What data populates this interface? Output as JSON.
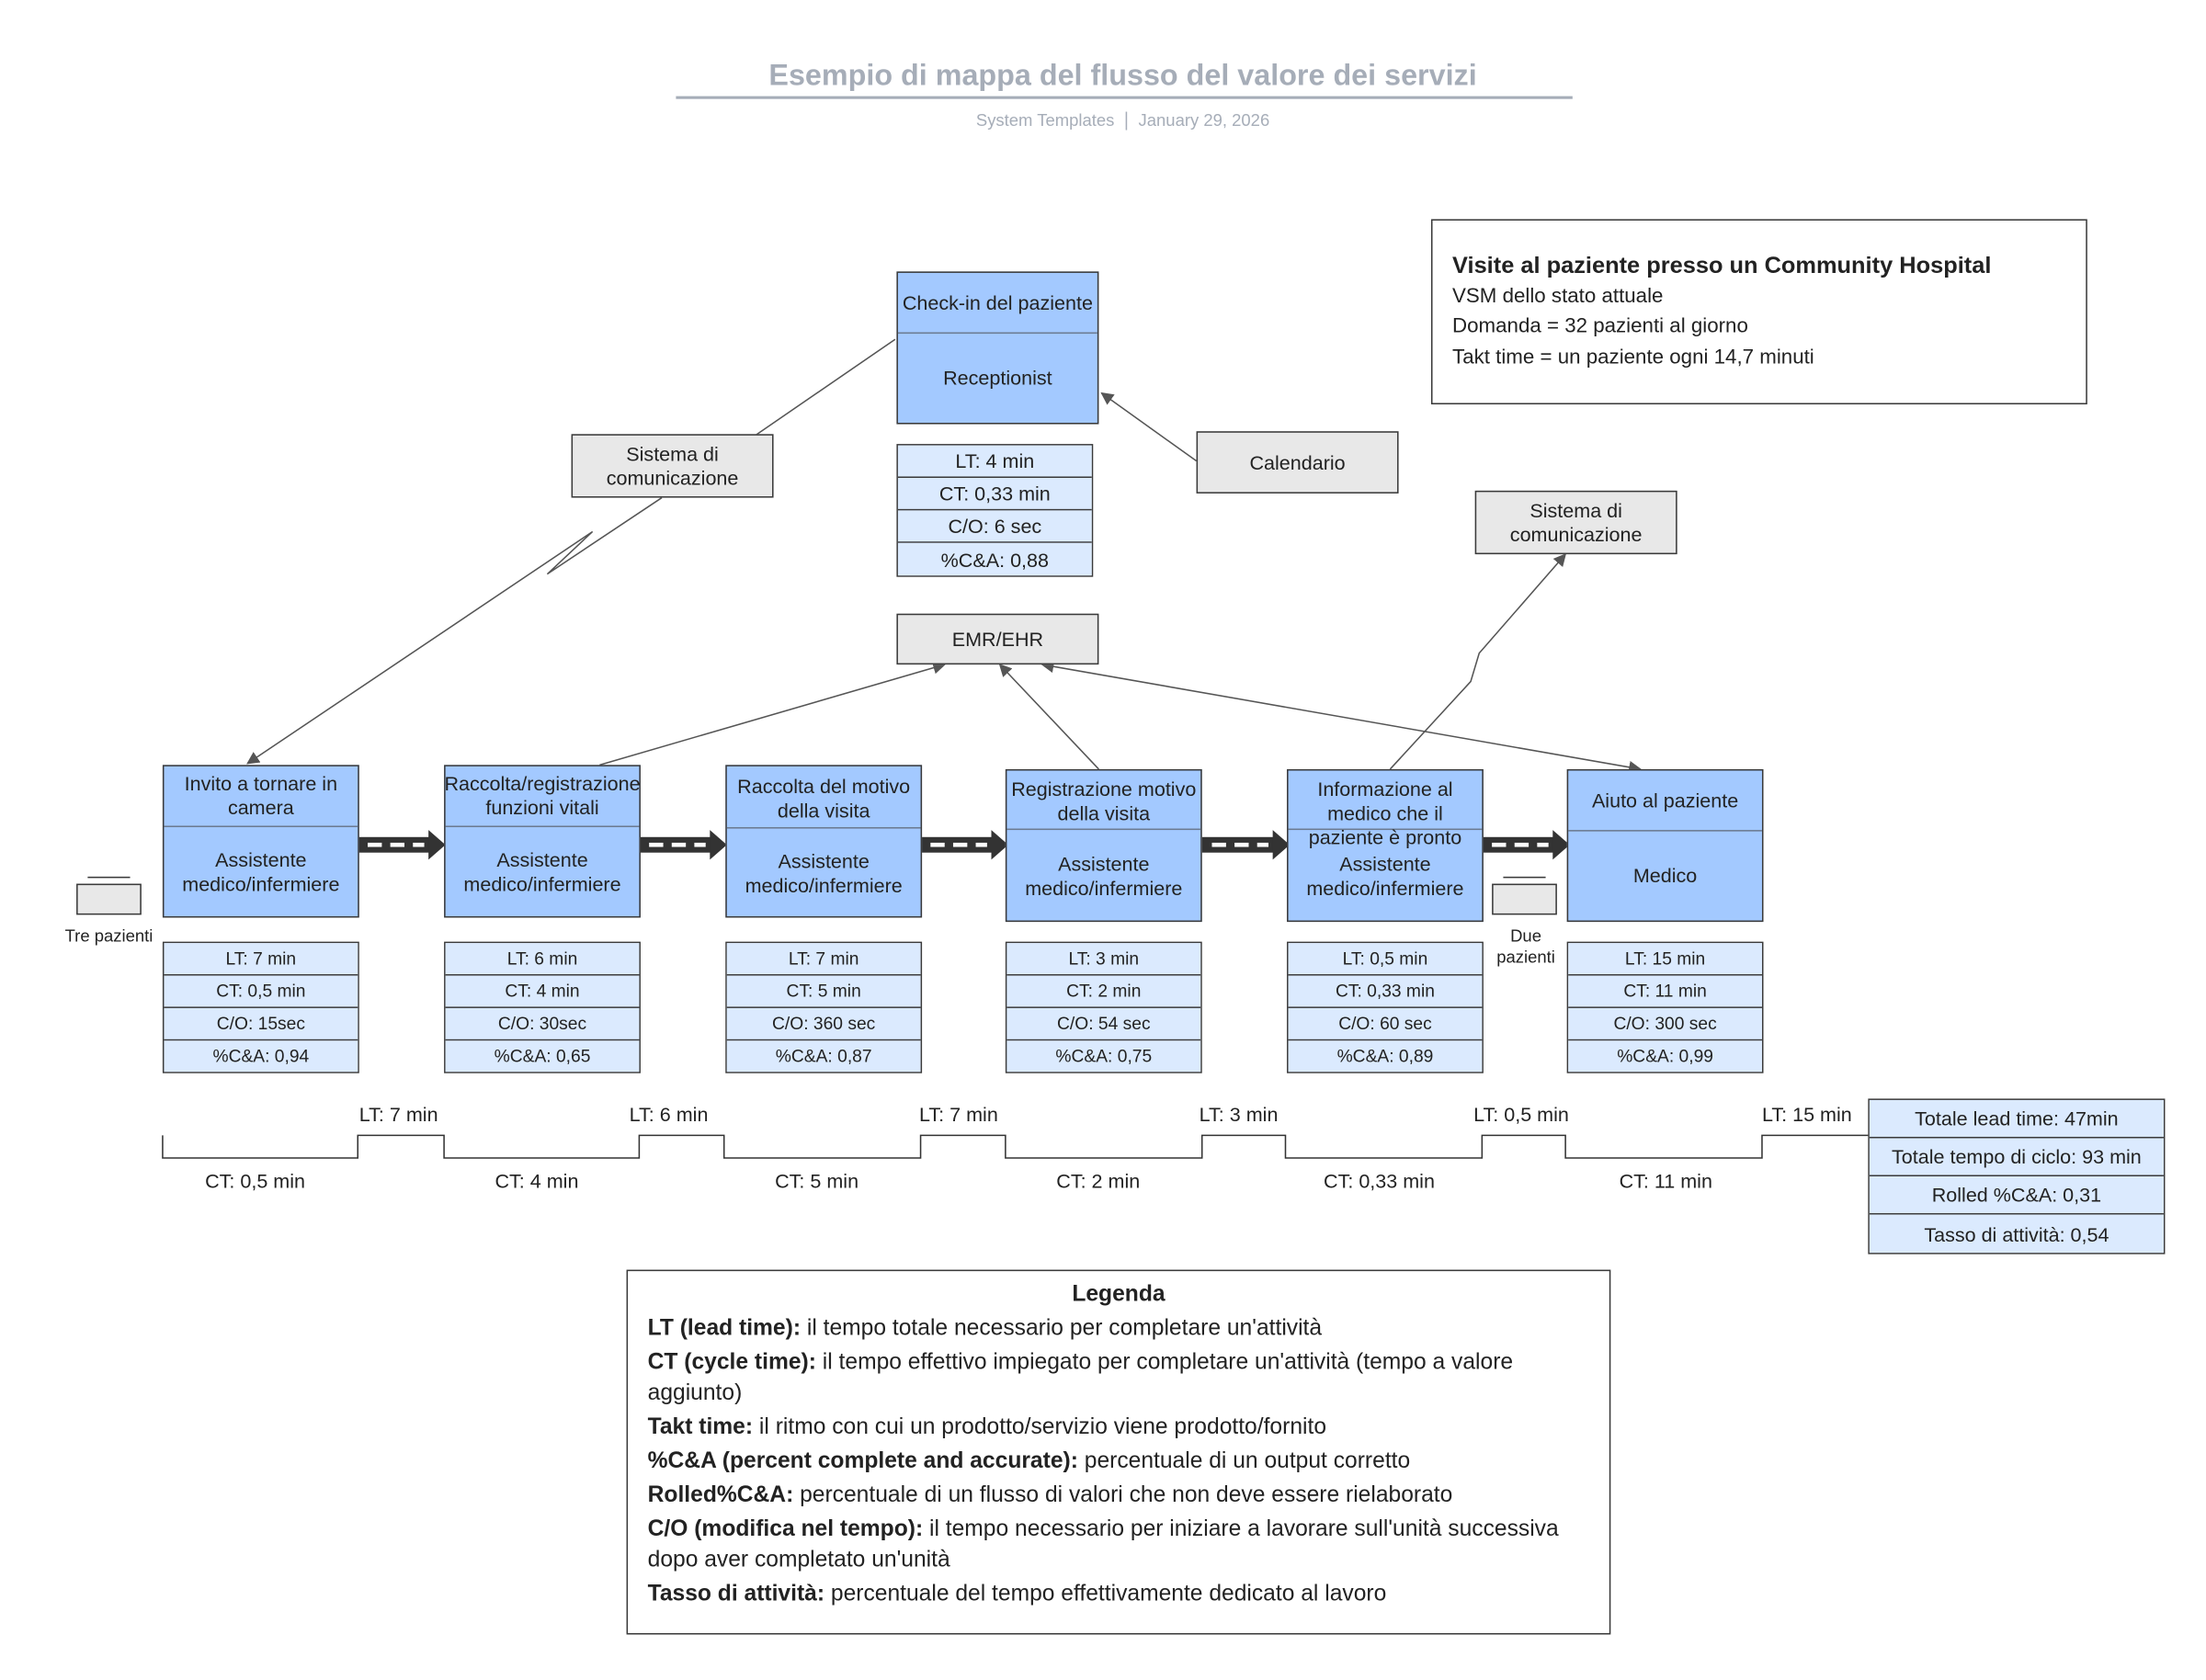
{
  "header": {
    "title": "Esempio di mappa del flusso del valore dei servizi",
    "source": "System Templates",
    "date": "January 29, 2026"
  },
  "info": {
    "title": "Visite al paziente presso un Community Hospital",
    "line1": "VSM dello stato attuale",
    "line2": "Domanda = 32 pazienti al giorno",
    "line3": "Takt time = un paziente ogni 14,7 minuti"
  },
  "checkin": {
    "title": "Check-in del paziente",
    "role": "Receptionist",
    "lt": "LT: 4 min",
    "ct": "CT: 0,33 min",
    "co": "C/O: 6 sec",
    "ca": "%C&A: 0,88"
  },
  "systems": {
    "comm_left": "Sistema di comunicazione",
    "calendar": "Calendario",
    "comm_right": "Sistema di comunicazione",
    "emr": "EMR/EHR"
  },
  "processes": [
    {
      "title": "Invito a tornare in camera",
      "role": "Assistente medico/infermiere",
      "lt": "LT: 7 min",
      "ct": "CT: 0,5 min",
      "co": "C/O: 15sec",
      "ca": "%C&A: 0,94"
    },
    {
      "title": "Raccolta/registrazione funzioni vitali",
      "role": "Assistente medico/infermiere",
      "lt": "LT: 6 min",
      "ct": "CT: 4 min",
      "co": "C/O: 30sec",
      "ca": "%C&A: 0,65"
    },
    {
      "title": "Raccolta del motivo della visita",
      "role": "Assistente medico/infermiere",
      "lt": "LT: 7 min",
      "ct": "CT: 5 min",
      "co": "C/O: 360 sec",
      "ca": "%C&A: 0,87"
    },
    {
      "title": "Registrazione motivo della visita",
      "role": "Assistente medico/infermiere",
      "lt": "LT: 3 min",
      "ct": "CT: 2 min",
      "co": "C/O: 54 sec",
      "ca": "%C&A: 0,75"
    },
    {
      "title": "Informazione al medico che il paziente è pronto",
      "role": "Assistente medico/infermiere",
      "lt": "LT: 0,5 min",
      "ct": "CT: 0,33 min",
      "co": "C/O: 60 sec",
      "ca": "%C&A: 0,89"
    },
    {
      "title": "Aiuto al paziente",
      "role": "Medico",
      "lt": "LT: 15 min",
      "ct": "CT: 11 min",
      "co": "C/O: 300 sec",
      "ca": "%C&A: 0,99"
    }
  ],
  "inventory": {
    "left": "Tre pazienti",
    "right": "Due pazienti"
  },
  "timeline": {
    "lt": [
      "LT: 7 min",
      "LT: 6 min",
      "LT: 7 min",
      "LT: 3 min",
      "LT: 0,5 min",
      "LT: 15 min"
    ],
    "ct": [
      "CT: 0,5 min",
      "CT: 4 min",
      "CT: 5 min",
      "CT: 2 min",
      "CT: 0,33 min",
      "CT: 11 min"
    ]
  },
  "totals": {
    "lead": "Totale lead time: 47min",
    "cycle": "Totale tempo di ciclo: 93 min",
    "rolled": "Rolled %C&A: 0,31",
    "activity": "Tasso di attività: 0,54"
  },
  "legend": {
    "title": "Legenda",
    "items": [
      {
        "term": "LT (lead time):",
        "desc": " il tempo totale necessario per completare un'attività"
      },
      {
        "term": "CT (cycle time):",
        "desc": " il tempo effettivo impiegato per completare un'attività (tempo a valore aggiunto)"
      },
      {
        "term": "Takt time:",
        "desc": " il ritmo con cui un prodotto/servizio viene prodotto/fornito"
      },
      {
        "term": "%C&A (percent complete and accurate):",
        "desc": " percentuale di un output corretto"
      },
      {
        "term": "Rolled%C&A:",
        "desc": " percentuale di un flusso di valori che non deve essere rielaborato"
      },
      {
        "term": "C/O (modifica nel tempo):",
        "desc": " il tempo necessario per iniziare a lavorare sull'unità successiva dopo aver completato un'unità"
      },
      {
        "term": "Tasso di attività:",
        "desc": " percentuale del tempo effettivamente dedicato al lavoro"
      }
    ]
  }
}
